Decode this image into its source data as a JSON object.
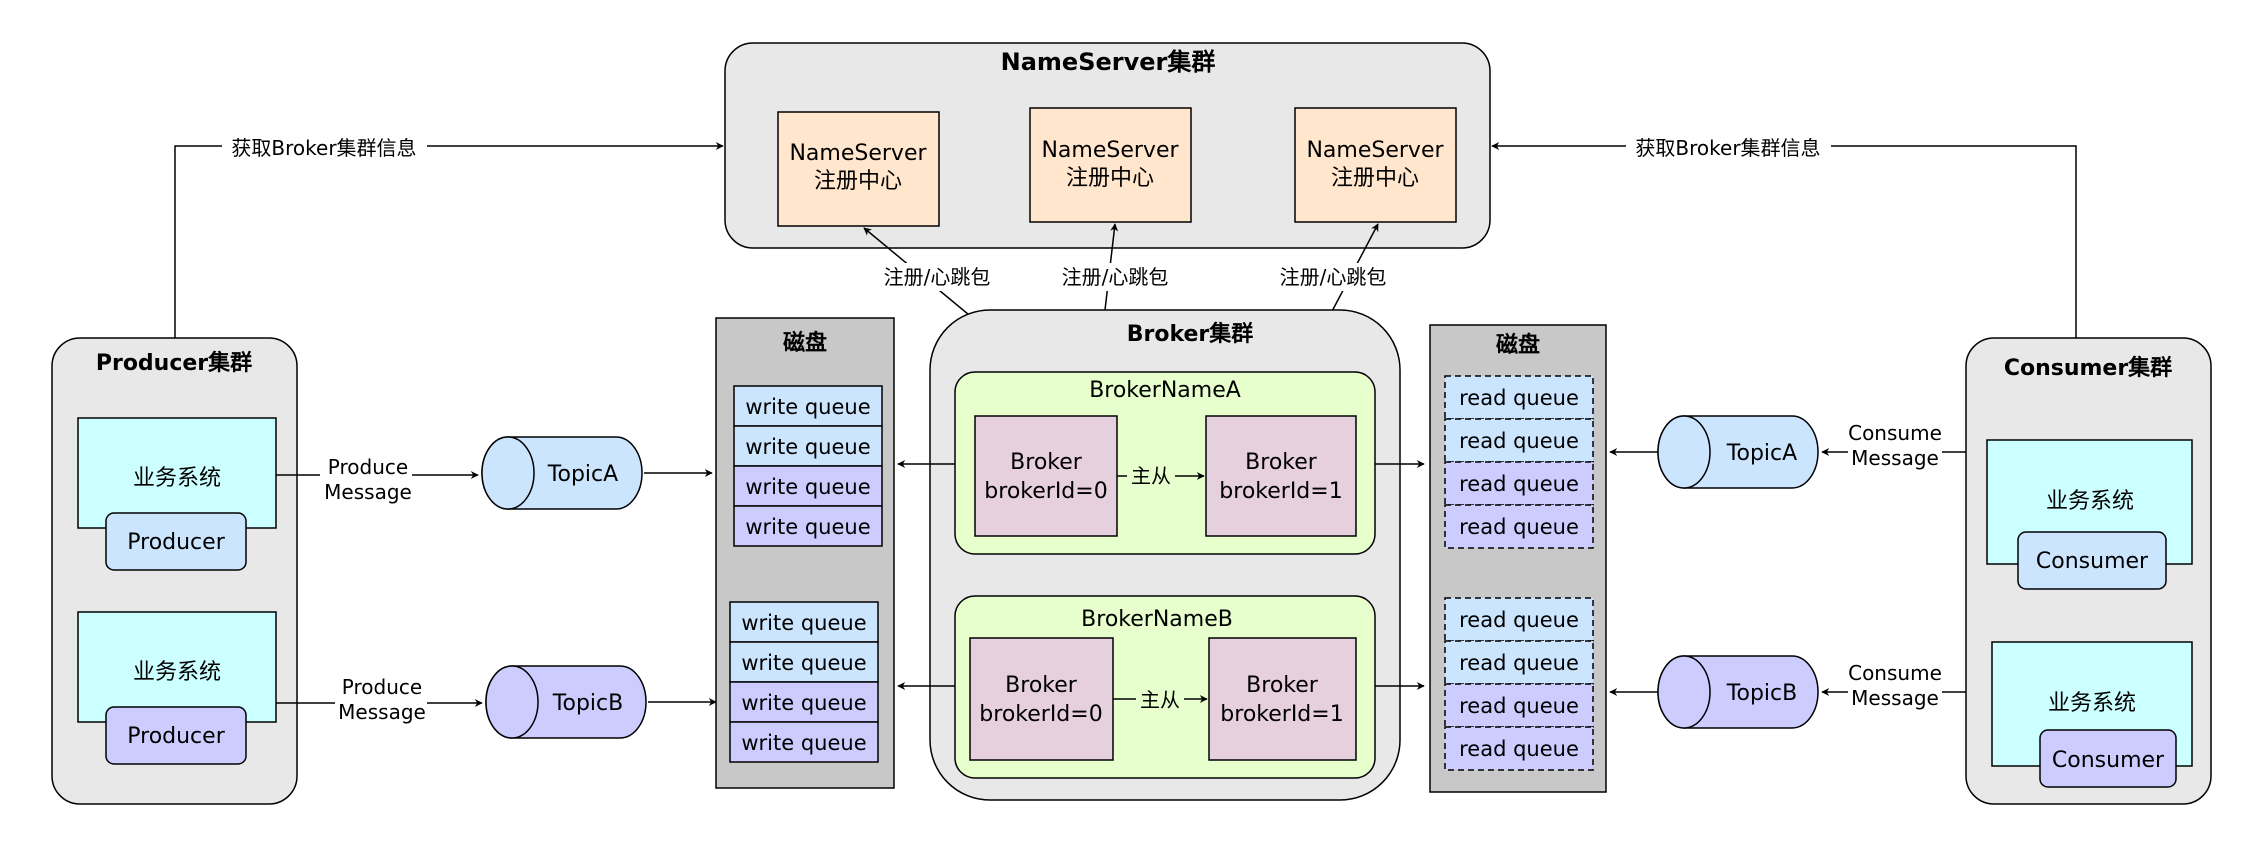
{
  "nameserver_cluster": {
    "title": "NameServer集群",
    "nodes": [
      {
        "line1": "NameServer",
        "line2": "注册中心"
      },
      {
        "line1": "NameServer",
        "line2": "注册中心"
      },
      {
        "line1": "NameServer",
        "line2": "注册中心"
      }
    ]
  },
  "labels": {
    "get_broker_info_left": "获取Broker集群信息",
    "get_broker_info_right": "获取Broker集群信息",
    "heartbeat": [
      "注册/心跳包",
      "注册/心跳包",
      "注册/心跳包"
    ],
    "produce_message": [
      "Produce",
      "Message"
    ],
    "consume_message": [
      "Consume",
      "Message"
    ],
    "master_slave": "主从"
  },
  "producer_cluster": {
    "title": "Producer集群",
    "systems": [
      {
        "label": "业务系统",
        "client": "Producer"
      },
      {
        "label": "业务系统",
        "client": "Producer"
      }
    ]
  },
  "consumer_cluster": {
    "title": "Consumer集群",
    "systems": [
      {
        "label": "业务系统",
        "client": "Consumer"
      },
      {
        "label": "业务系统",
        "client": "Consumer"
      }
    ]
  },
  "topics": {
    "left": [
      "TopicA",
      "TopicB"
    ],
    "right": [
      "TopicA",
      "TopicB"
    ]
  },
  "disk_left": {
    "title": "磁盘",
    "groups": [
      [
        "write queue",
        "write queue",
        "write queue",
        "write queue"
      ],
      [
        "write queue",
        "write queue",
        "write queue",
        "write queue"
      ]
    ]
  },
  "disk_right": {
    "title": "磁盘",
    "groups": [
      [
        "read queue",
        "read queue",
        "read queue",
        "read queue"
      ],
      [
        "read queue",
        "read queue",
        "read queue",
        "read queue"
      ]
    ]
  },
  "broker_cluster": {
    "title": "Broker集群",
    "groups": [
      {
        "name": "BrokerNameA",
        "master": {
          "line1": "Broker",
          "line2": "brokerId=0"
        },
        "slave": {
          "line1": "Broker",
          "line2": "brokerId=1"
        }
      },
      {
        "name": "BrokerNameB",
        "master": {
          "line1": "Broker",
          "line2": "brokerId=0"
        },
        "slave": {
          "line1": "Broker",
          "line2": "brokerId=1"
        }
      }
    ]
  },
  "colors": {
    "cluster_bg": "#e8e8e8",
    "nameserver_node": "#ffe6cc",
    "system_box": "#ccffff",
    "client_blue": "#cce5ff",
    "client_purple": "#ccccff",
    "disk_bg": "#c8c8c8",
    "broker_group": "#e6ffcc",
    "broker_node": "#e6d0de"
  }
}
